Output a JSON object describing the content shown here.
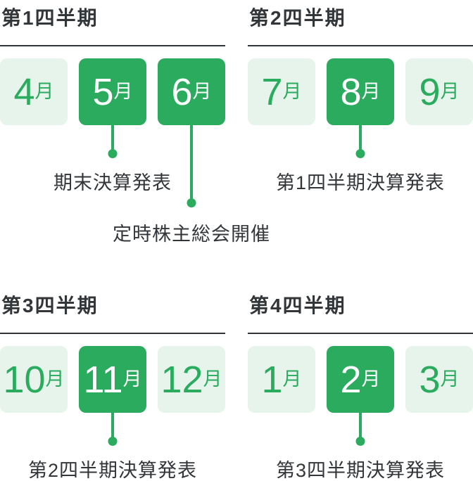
{
  "colors": {
    "accent_green": "#2BAB5E",
    "tile_light_green": "#E6F4EB",
    "text_dark": "#333639",
    "background": "#FFFFFF"
  },
  "quarters": [
    {
      "title": "第1四半期",
      "months": [
        {
          "number": "4",
          "suffix": "月",
          "highlighted": false
        },
        {
          "number": "5",
          "suffix": "月",
          "highlighted": true
        },
        {
          "number": "6",
          "suffix": "月",
          "highlighted": true
        }
      ],
      "events": [
        {
          "month": "5月",
          "label": "期末決算発表"
        },
        {
          "month": "6月",
          "label": "定時株主総会開催"
        }
      ]
    },
    {
      "title": "第2四半期",
      "months": [
        {
          "number": "7",
          "suffix": "月",
          "highlighted": false
        },
        {
          "number": "8",
          "suffix": "月",
          "highlighted": true
        },
        {
          "number": "9",
          "suffix": "月",
          "highlighted": false
        }
      ],
      "events": [
        {
          "month": "8月",
          "label": "第1四半期決算発表"
        }
      ]
    },
    {
      "title": "第3四半期",
      "months": [
        {
          "number": "10",
          "suffix": "月",
          "highlighted": false
        },
        {
          "number": "11",
          "suffix": "月",
          "highlighted": true
        },
        {
          "number": "12",
          "suffix": "月",
          "highlighted": false
        }
      ],
      "events": [
        {
          "month": "11月",
          "label": "第2四半期決算発表"
        }
      ]
    },
    {
      "title": "第4四半期",
      "months": [
        {
          "number": "1",
          "suffix": "月",
          "highlighted": false
        },
        {
          "number": "2",
          "suffix": "月",
          "highlighted": true
        },
        {
          "number": "3",
          "suffix": "月",
          "highlighted": false
        }
      ],
      "events": [
        {
          "month": "2月",
          "label": "第3四半期決算発表"
        }
      ]
    }
  ]
}
